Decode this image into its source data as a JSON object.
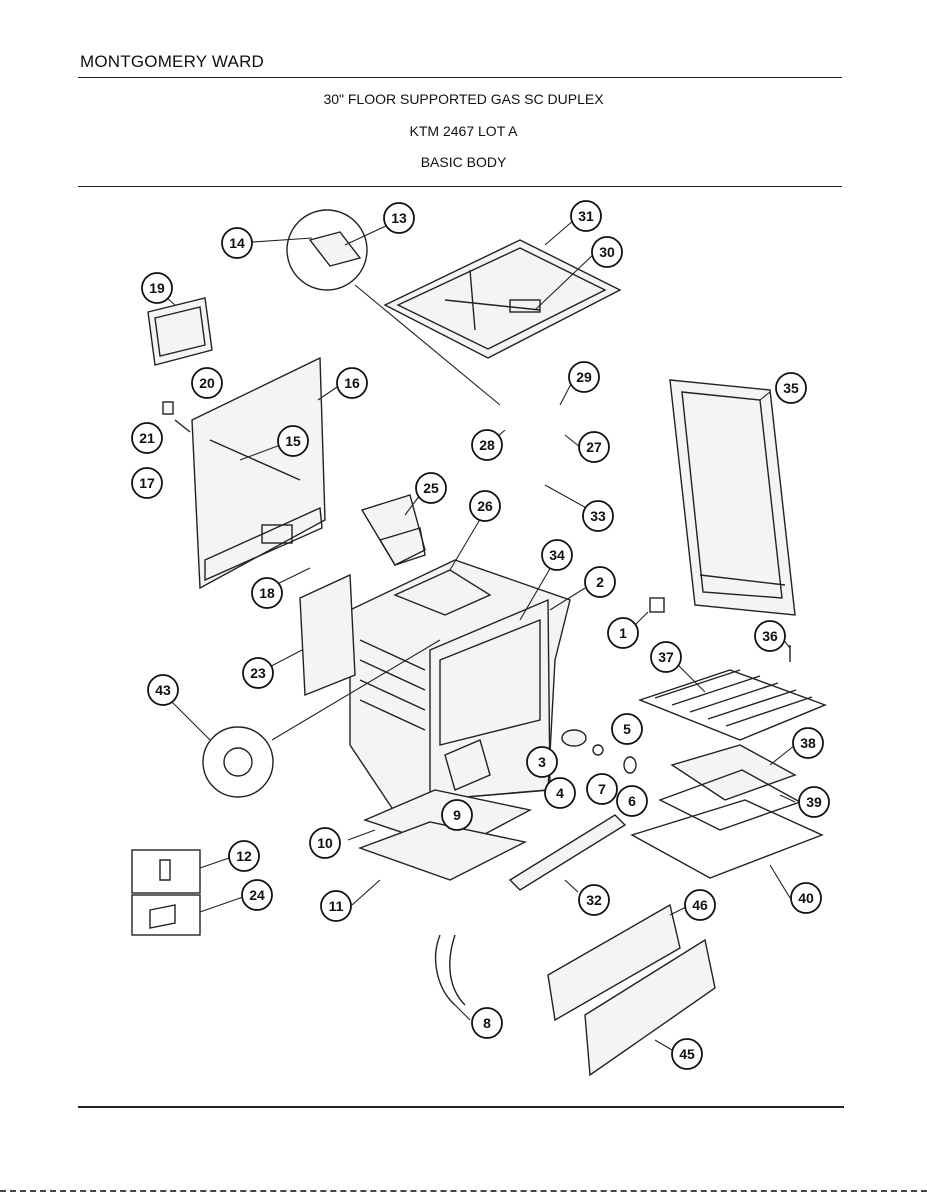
{
  "header": {
    "brand": "MONTGOMERY WARD",
    "title_lines": [
      "30\" FLOOR SUPPORTED GAS SC DUPLEX",
      "KTM 2467 LOT A",
      "BASIC BODY"
    ]
  },
  "callouts": [
    "1",
    "2",
    "3",
    "4",
    "5",
    "6",
    "7",
    "8",
    "9",
    "10",
    "11",
    "12",
    "13",
    "14",
    "15",
    "16",
    "17",
    "18",
    "19",
    "20",
    "21",
    "23",
    "24",
    "25",
    "26",
    "27",
    "28",
    "29",
    "30",
    "31",
    "32",
    "33",
    "34",
    "35",
    "36",
    "37",
    "38",
    "39",
    "40",
    "43",
    "45",
    "46"
  ]
}
